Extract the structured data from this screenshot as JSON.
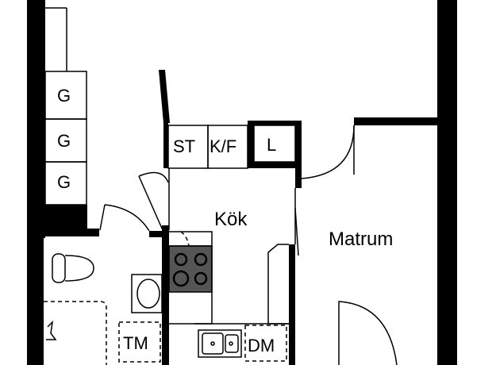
{
  "rooms": {
    "kitchen": "Kök",
    "dining": "Matrum"
  },
  "fixtures": {
    "wardrobe_1": "G",
    "wardrobe_2": "G",
    "wardrobe_3": "G",
    "stove_unit": "ST",
    "fridge_freezer": "K/F",
    "pantry": "L",
    "washer": "TM",
    "dishwasher": "DM"
  },
  "colors": {
    "wall": "#000000",
    "line": "#000000",
    "background": "#ffffff"
  }
}
